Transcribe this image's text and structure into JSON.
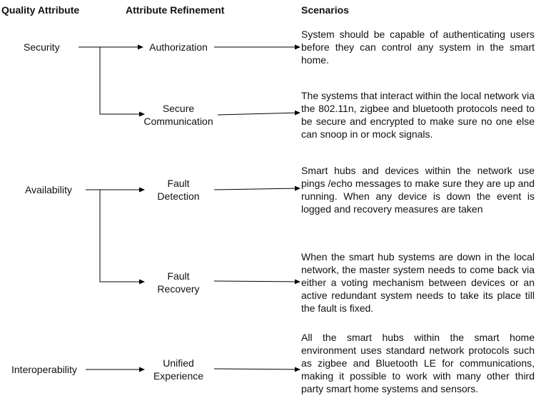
{
  "headers": {
    "quality_attribute": "Quality Attribute",
    "attribute_refinement": "Attribute Refinement",
    "scenarios": "Scenarios"
  },
  "attributes": {
    "security": "Security",
    "availability": "Availability",
    "interoperability": "Interoperability"
  },
  "refinements": {
    "authorization": "Authorization",
    "secure_communication": "Secure Communication",
    "fault_detection": "Fault Detection",
    "fault_recovery": "Fault Recovery",
    "unified_experience": "Unified Experience"
  },
  "scenarios": {
    "authorization": "System should be capable of authenticating users before they can control any system in the smart home.",
    "secure_communication": "The systems that interact within the local network via the 802.11n, zigbee and bluetooth protocols need to be secure and encrypted to make sure no one else can snoop in or mock signals.",
    "fault_detection": "Smart hubs and devices within the network use pings /echo messages to make sure they are up and running. When any device is down the event is logged and recovery measures are taken",
    "fault_recovery": "When the smart hub systems are down in the local network, the master system needs to come back via either a voting mechanism between devices or an active redundant system needs to take its place till the fault is fixed.",
    "unified_experience": "All the smart hubs within the smart home environment uses standard network protocols such as zigbee and Bluetooth LE  for communications, making it possible to work with many other third party smart home systems and sensors."
  }
}
